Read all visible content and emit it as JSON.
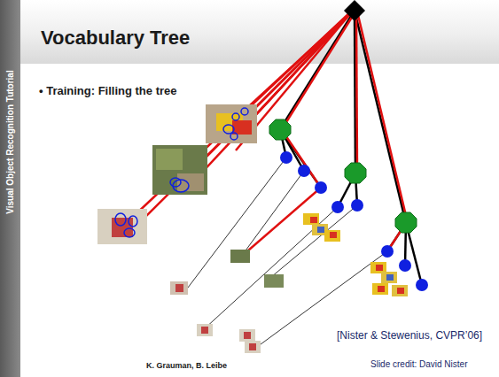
{
  "diagram": {
    "title": "Vocabulary Tree",
    "labels": [
      "• Training: Filling the tree",
      "[Nister & Stewenius, CVPR’06]",
      "K. Grauman, B. Leibe",
      "Slide credit: David Nister",
      "Visual Object Recognition Tutorial"
    ]
  }
}
